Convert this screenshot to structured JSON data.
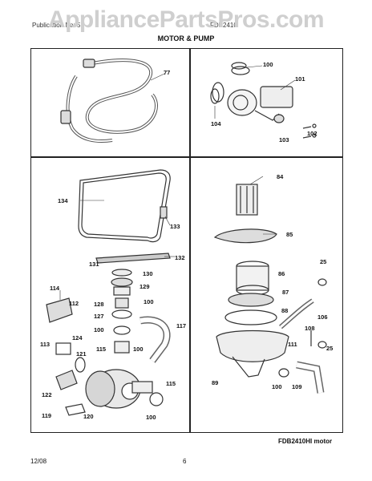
{
  "watermark": "AppliancePartsPros.com",
  "header": {
    "left": "Publication No: 5",
    "right": "FDB2410"
  },
  "section_title": "MOTOR & PUMP",
  "model_label": "FDB2410HI motor",
  "footer": {
    "date": "12/08",
    "page": "6"
  },
  "refs": {
    "r77": "77",
    "r100a": "100",
    "r101": "101",
    "r104": "104",
    "r102": "102",
    "r103": "103",
    "r134": "134",
    "r133": "133",
    "r132": "132",
    "r131": "131",
    "r130": "130",
    "r129": "129",
    "r128": "128",
    "r127": "127",
    "r100b": "100",
    "r114": "114",
    "r112": "112",
    "r113": "113",
    "r124": "124",
    "r121": "121",
    "r100c": "100",
    "r115a": "115",
    "r100d": "100",
    "r117": "117",
    "r122": "122",
    "r119": "119",
    "r120": "120",
    "r115b": "115",
    "r100e": "100",
    "r84": "84",
    "r85": "85",
    "r25a": "25",
    "r86": "86",
    "r87": "87",
    "r88": "88",
    "r106": "106",
    "r108": "108",
    "r111": "111",
    "r25b": "25",
    "r89": "89",
    "r100f": "100",
    "r109": "109"
  }
}
